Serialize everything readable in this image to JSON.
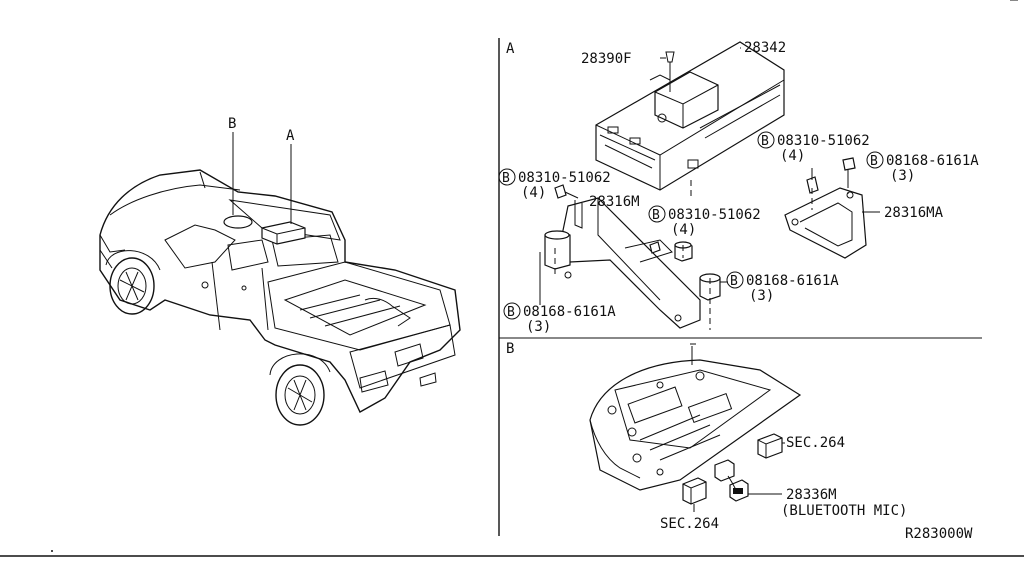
{
  "sections": {
    "a_marker": "A",
    "b_marker": "B"
  },
  "truck": {
    "callout_a": "A",
    "callout_b": "B"
  },
  "section_a": {
    "part_28390F": "28390F",
    "part_28342": "28342",
    "part_08310_top": "08310-51062",
    "part_08310_top_qty": "(4)",
    "part_08168_top": "08168-6161A",
    "part_08168_top_qty": "(3)",
    "part_08310_left": "08310-51062",
    "part_08310_left_qty": "(4)",
    "part_28316M": "28316M",
    "part_08310_mid": "08310-51062",
    "part_08310_mid_qty": "(4)",
    "part_28316MA": "28316MA",
    "part_08168_mid": "08168-6161A",
    "part_08168_mid_qty": "(3)",
    "part_08168_bot": "08168-6161A",
    "part_08168_bot_qty": "(3)",
    "bolt_symbol": "B"
  },
  "section_b": {
    "sec_right": "SEC.264",
    "part_28336M": "28336M",
    "part_28336M_desc": "(BLUETOOTH MIC)",
    "sec_bottom": "SEC.264"
  },
  "diagram_code": "R283000W"
}
